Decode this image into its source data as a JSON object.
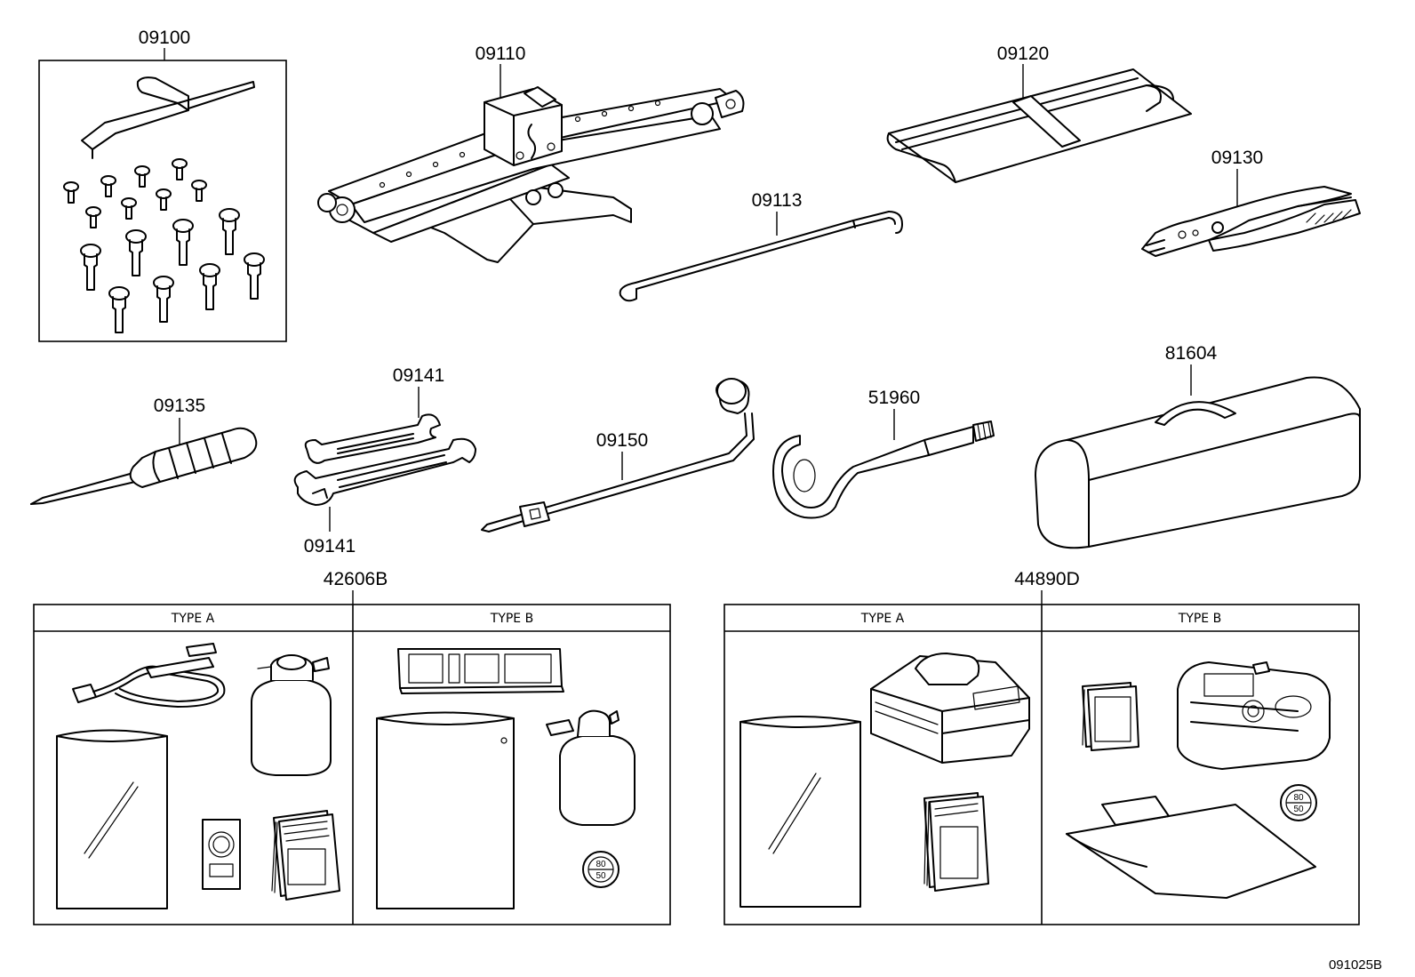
{
  "diagram_code": "091025B",
  "parts": {
    "p09100": "09100",
    "p09110": "09110",
    "p09120": "09120",
    "p09130": "09130",
    "p09113": "09113",
    "p09135": "09135",
    "p09141_top": "09141",
    "p09141_bottom": "09141",
    "p09150": "09150",
    "p51960": "51960",
    "p81604": "81604",
    "p42606B": "42606B",
    "p44890D": "44890D"
  },
  "sections": {
    "left": {
      "type_a": "TYPE A",
      "type_b": "TYPE B"
    },
    "right": {
      "type_a": "TYPE A",
      "type_b": "TYPE B"
    }
  },
  "gauge": {
    "top": "80",
    "bottom": "50"
  }
}
